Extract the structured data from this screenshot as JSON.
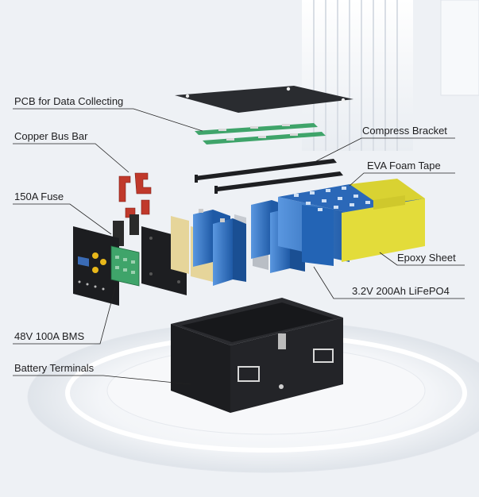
{
  "diagram": {
    "labels": {
      "pcb": "PCB for Data Collecting",
      "copper_bus_bar": "Copper Bus Bar",
      "fuse": "150A Fuse",
      "bms": "48V 100A BMS",
      "terminals": "Battery Terminals",
      "compress_bracket": "Compress Bracket",
      "eva_foam_tape": "EVA Foam Tape",
      "epoxy_sheet": "Epoxy Sheet",
      "cells": "3.2V 200Ah LiFePO4"
    },
    "colors": {
      "cell_blue": "#2e6fc0",
      "epoxy_yellow": "#e3dc3a",
      "case_black": "#1c1d20",
      "pcb_green": "#3fa46a",
      "copper": "#c0392b",
      "insulation_beige": "#e6d59a"
    }
  }
}
